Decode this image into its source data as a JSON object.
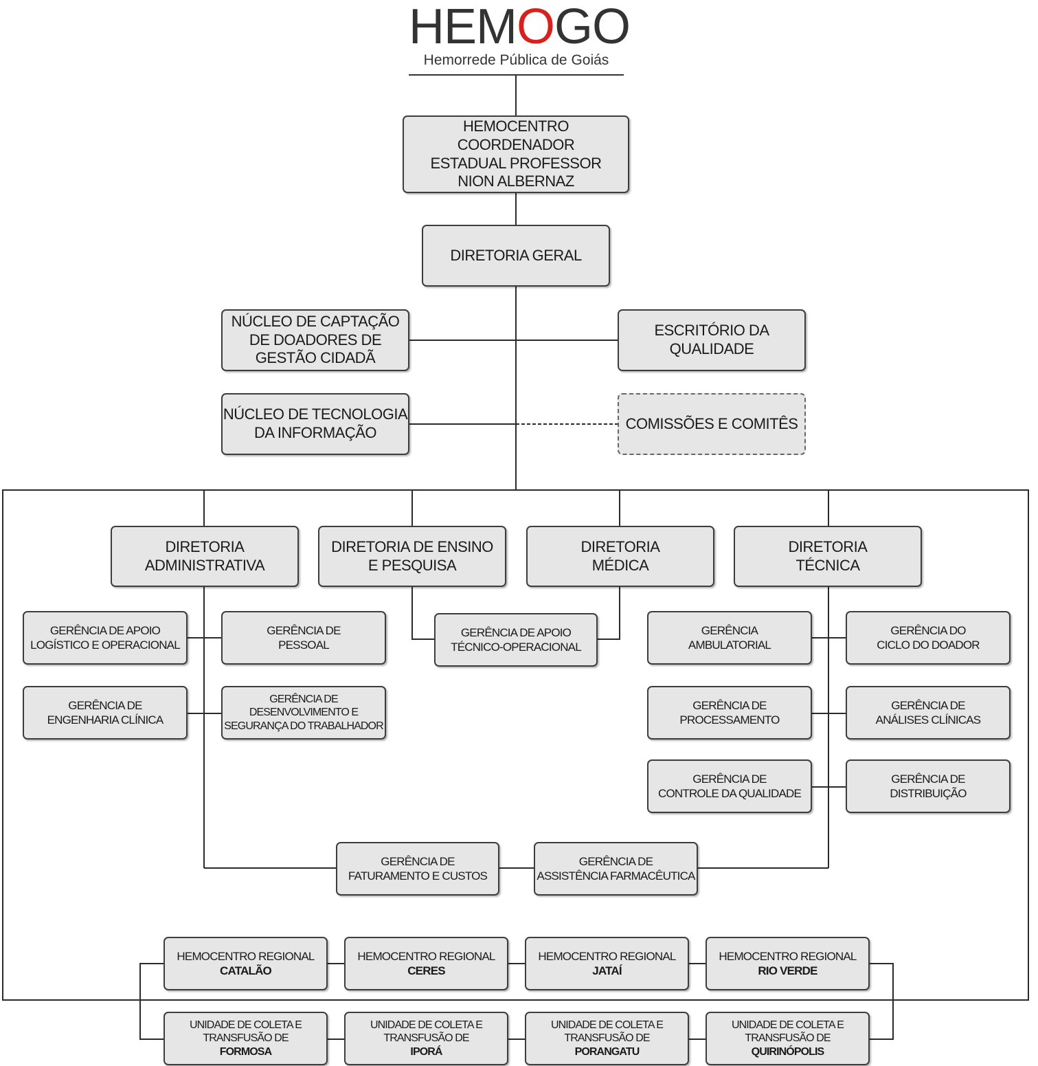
{
  "logo": {
    "name_pre": "HEM",
    "name_o": "O",
    "name_post": "GO",
    "subtitle": "Hemorrede Pública de Goiás",
    "accent_color": "#d6211f"
  },
  "top": {
    "coordenador": [
      "HEMOCENTRO COORDENADOR",
      "ESTADUAL PROFESSOR",
      "NION ALBERNAZ"
    ],
    "diretoria_geral": [
      "DIRETORIA GERAL"
    ],
    "nucleo_captacao": [
      "NÚCLEO DE CAPTAÇÃO",
      "DE DOADORES DE",
      "GESTÃO CIDADÃ"
    ],
    "escritorio_qualidade": [
      "ESCRITÓRIO DA",
      "QUALIDADE"
    ],
    "nucleo_ti": [
      "NÚCLEO DE TECNOLOGIA",
      "DA INFORMAÇÃO"
    ],
    "comissoes": [
      "COMISSÕES E COMITÊS"
    ]
  },
  "diretorias": {
    "administrativa": [
      "DIRETORIA",
      "ADMINISTRATIVA"
    ],
    "ensino": [
      "DIRETORIA DE ENSINO",
      "E PESQUISA"
    ],
    "medica": [
      "DIRETORIA",
      "MÉDICA"
    ],
    "tecnica": [
      "DIRETORIA",
      "TÉCNICA"
    ]
  },
  "gerencias": {
    "apoio_logistico": [
      "GERÊNCIA DE APOIO",
      "LOGÍSTICO E OPERACIONAL"
    ],
    "pessoal": [
      "GERÊNCIA DE",
      "PESSOAL"
    ],
    "engenharia": [
      "GERÊNCIA DE",
      "ENGENHARIA CLÍNICA"
    ],
    "desenvolvimento": [
      "GERÊNCIA DE",
      "DESENVOLVIMENTO E",
      "SEGURANÇA DO TRABALHADOR"
    ],
    "apoio_tecnico": [
      "GERÊNCIA DE APOIO",
      "TÉCNICO-OPERACIONAL"
    ],
    "ambulatorial": [
      "GERÊNCIA",
      "AMBULATORIAL"
    ],
    "ciclo_doador": [
      "GERÊNCIA DO",
      "CICLO DO DOADOR"
    ],
    "processamento": [
      "GERÊNCIA DE",
      "PROCESSAMENTO"
    ],
    "analises": [
      "GERÊNCIA DE",
      "ANÁLISES CLÍNICAS"
    ],
    "controle": [
      "GERÊNCIA DE",
      "CONTROLE DA QUALIDADE"
    ],
    "distribuicao": [
      "GERÊNCIA DE",
      "DISTRIBUIÇÃO"
    ],
    "faturamento": [
      "GERÊNCIA DE",
      "FATURAMENTO E CUSTOS"
    ],
    "farmaceutica": [
      "GERÊNCIA DE",
      "ASSISTÊNCIA FARMACÊUTICA"
    ]
  },
  "regionais": {
    "prefix": "HEMOCENTRO REGIONAL",
    "names": [
      "CATALÃO",
      "CERES",
      "JATAÍ",
      "RIO VERDE"
    ]
  },
  "unidades": {
    "prefix_1": "UNIDADE DE COLETA E",
    "prefix_2": "TRANSFUSÃO DE",
    "names": [
      "FORMOSA",
      "IPORÁ",
      "PORANGATU",
      "QUIRINÓPOLIS"
    ]
  }
}
